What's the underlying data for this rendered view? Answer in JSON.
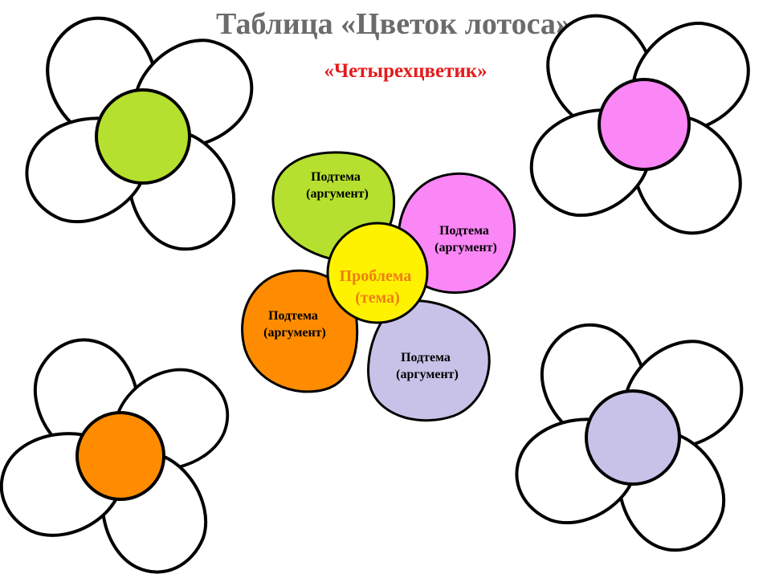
{
  "title": "Таблица «Цветок лотоса»",
  "subtitle": "«Четырехцветик»",
  "colors": {
    "title": "#6b6b6b",
    "subtitle": "#e41b1b",
    "outline": "#000000",
    "petal_fill": "#ffffff",
    "green": "#b5e02f",
    "pink": "#fb86f6",
    "orange": "#ff8c00",
    "lavender": "#c8c2e8",
    "yellow": "#fff200",
    "center_text": "#ee7d18"
  },
  "center_flower": {
    "center_label_line1": "Проблема",
    "center_label_line2": "(тема)",
    "petals": [
      {
        "color": "green",
        "line1": "Подтема",
        "line2": "(аргумент)"
      },
      {
        "color": "pink",
        "line1": "Подтема",
        "line2": "(аргумент)"
      },
      {
        "color": "lavender",
        "line1": "Подтема",
        "line2": "(аргумент)"
      },
      {
        "color": "orange",
        "line1": "Подтема",
        "line2": "(аргумент)"
      }
    ]
  },
  "corner_flowers": [
    {
      "id": "top-left",
      "center_color": "green"
    },
    {
      "id": "top-right",
      "center_color": "pink"
    },
    {
      "id": "bottom-left",
      "center_color": "orange"
    },
    {
      "id": "bottom-right",
      "center_color": "lavender"
    }
  ]
}
